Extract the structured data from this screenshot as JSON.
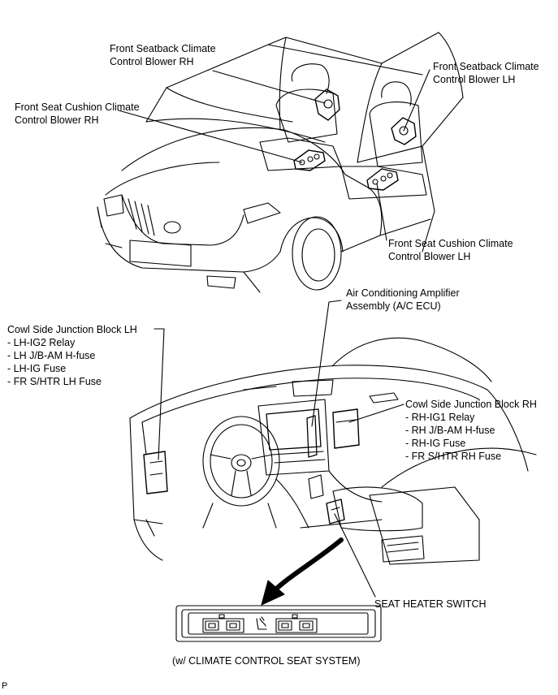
{
  "labels": {
    "seatback_rh": {
      "lines": [
        "Front Seatback Climate",
        "Control Blower RH"
      ]
    },
    "seatback_lh": {
      "lines": [
        "Front Seatback Climate",
        "Control Blower LH"
      ]
    },
    "cushion_rh": {
      "lines": [
        "Front Seat Cushion Climate",
        "Control Blower RH"
      ]
    },
    "cushion_lh": {
      "lines": [
        "Front Seat Cushion Climate",
        "Control Blower LH"
      ]
    },
    "ac_amp": {
      "lines": [
        "Air Conditioning Amplifier",
        "Assembly (A/C ECU)"
      ]
    },
    "cowl_lh": {
      "lines": [
        "Cowl Side Junction Block LH",
        "- LH-IG2 Relay",
        "- LH J/B-AM H-fuse",
        "- LH-IG Fuse",
        "- FR S/HTR LH Fuse"
      ]
    },
    "cowl_rh": {
      "lines": [
        "Cowl Side Junction Block RH",
        "- RH-IG1 Relay",
        "- RH J/B-AM H-fuse",
        "- RH-IG Fuse",
        "- FR S/HTR RH Fuse"
      ]
    },
    "seat_heater": {
      "lines": [
        "SEAT HEATER SWITCH"
      ]
    },
    "caption": {
      "lines": [
        "(w/ CLIMATE CONTROL SEAT SYSTEM)"
      ]
    },
    "code": {
      "lines": [
        "P"
      ]
    }
  }
}
